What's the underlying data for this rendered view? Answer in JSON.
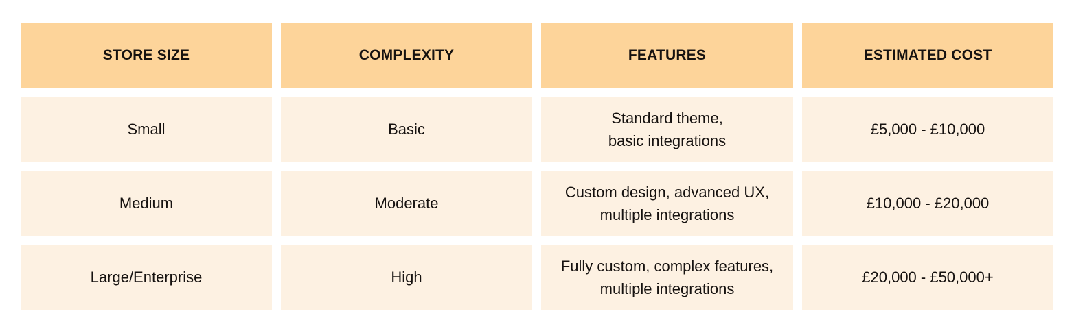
{
  "colors": {
    "header_bg": "#fdd49a",
    "cell_bg": "#fdf1e2",
    "text": "#161210"
  },
  "table": {
    "headers": [
      "STORE SIZE",
      "COMPLEXITY",
      "FEATURES",
      "ESTIMATED COST"
    ],
    "rows": [
      [
        "Small",
        "Basic",
        "Standard theme,\nbasic integrations",
        "£5,000 - £10,000"
      ],
      [
        "Medium",
        "Moderate",
        "Custom design, advanced UX,\nmultiple integrations",
        "£10,000 - £20,000"
      ],
      [
        "Large/Enterprise",
        "High",
        "Fully custom, complex features,\nmultiple integrations",
        "£20,000 - £50,000+"
      ]
    ]
  }
}
